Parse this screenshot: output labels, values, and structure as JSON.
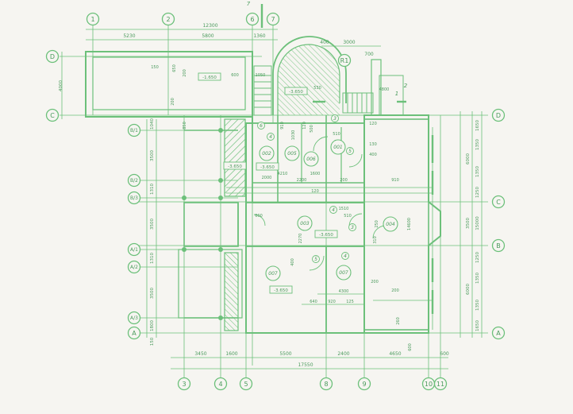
{
  "colors": {
    "background": "#f6f5f1",
    "line": "#6cc07a",
    "text": "#4a9a5c",
    "hatch": "#6cc07a"
  },
  "grid_bubbles": {
    "top": [
      "1",
      "2",
      "6",
      "7"
    ],
    "bottom": [
      "3",
      "4",
      "5",
      "8",
      "9",
      "10",
      "11"
    ],
    "left": [
      "D",
      "C",
      "B/1",
      "B/2",
      "B/3",
      "A/1",
      "A/2",
      "A/3",
      "A"
    ],
    "right": [
      "D",
      "C",
      "B",
      "A"
    ],
    "misc": [
      "R1"
    ]
  },
  "dimensions": {
    "top": [
      "12300",
      "5230",
      "5800",
      "1360",
      "400",
      "3000",
      "700"
    ],
    "bottom": [
      "3450",
      "1600",
      "5500",
      "2400",
      "4650",
      "17550",
      "600"
    ],
    "left": [
      "4000",
      "1040",
      "3500",
      "1310",
      "3500",
      "1310",
      "3500",
      "1800",
      "150"
    ],
    "right": [
      "1650",
      "1350",
      "1350",
      "1250",
      "6000",
      "3500",
      "15000",
      "1250",
      "1350",
      "1350",
      "1650",
      "6000"
    ],
    "interior": [
      "150",
      "650",
      "200",
      "600",
      "1050",
      "200",
      "850",
      "910",
      "1030",
      "120",
      "510",
      "500",
      "520",
      "130",
      "120",
      "400",
      "1600",
      "2000",
      "2200",
      "200",
      "120",
      "4210",
      "910",
      "600",
      "510",
      "1510",
      "250",
      "310",
      "400",
      "2270",
      "200",
      "4300",
      "125",
      "200",
      "640",
      "920",
      "600",
      "530",
      "4800",
      "14600",
      "260"
    ]
  },
  "levels": [
    "-1.650",
    "-3.650",
    "-3.650",
    "-3.650",
    "-3.650",
    "-3.650"
  ],
  "rooms": [
    "002",
    "005",
    "006",
    "001",
    "003",
    "004",
    "007",
    "007"
  ],
  "markers": [
    "4",
    "4",
    "4",
    "3",
    "3",
    "5",
    "5",
    "6",
    "2",
    "1",
    "7"
  ]
}
